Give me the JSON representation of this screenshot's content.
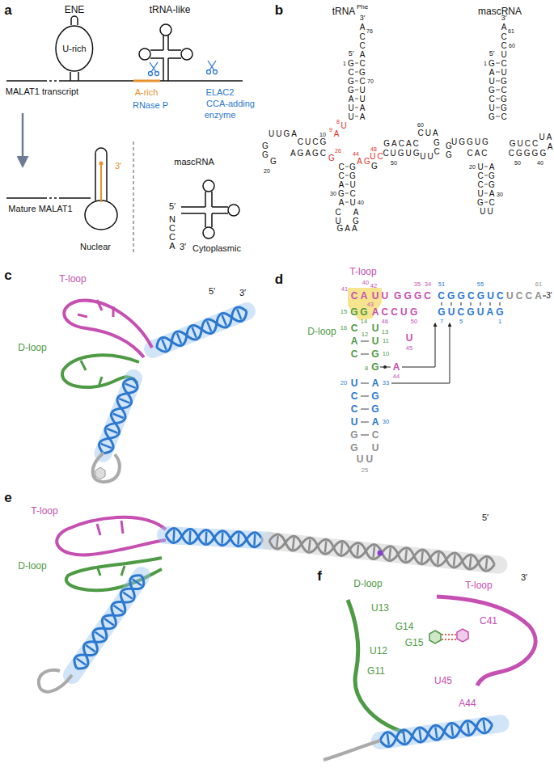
{
  "diagram": {
    "nodes": [
      {
        "text": [
          "U-rich"
        ]
      }
    ],
    "labels": [
      "a",
      "ENE",
      "tRNA-like",
      "MALAT1 transcript",
      "A-rich",
      "RNase P",
      "ELAC2",
      "CCA-adding",
      "enzyme",
      "Mature MALAT1",
      "3′",
      "Nuclear",
      "mascRNA",
      "5′",
      "NCCA",
      "3′",
      "Cytoplasmic",
      "b",
      "tRNA",
      "Phe",
      "mascRNA",
      "3′",
      "A",
      "76",
      "CCACGCUUAA",
      "5′",
      "1",
      "GCGGAUU",
      "70",
      "U",
      "8",
      "A",
      "9",
      "10",
      "CUCG",
      "UUGA",
      "GG",
      "G",
      "20",
      "AGAGC",
      "G",
      "26",
      "CCAGA",
      "GGUCU",
      "30",
      "40",
      "CU",
      "GAA",
      "AG",
      "AG",
      "44",
      "G",
      "UC",
      "48",
      "GACAC",
      "CUGUG",
      "50",
      "UU",
      "GC",
      "CUA",
      "60",
      "3′",
      "A",
      "61",
      "CCUCUGCGGC",
      "60",
      "5′",
      "1",
      "GAUGCUG",
      "UGGUG",
      "GG",
      "CAC",
      "UCCUG",
      "AGGAC",
      "20",
      "30",
      "UU",
      "GUCC",
      "UA",
      "A",
      "CGGGG",
      "50",
      "40",
      "d",
      "T-loop",
      "40",
      "41",
      "C",
      "A",
      "42",
      "UU",
      "GGGC",
      "35",
      "34",
      "CGGCGUC",
      "51",
      "55",
      "UCCA",
      "61",
      "3′",
      "G",
      "15",
      "G",
      "14",
      "ACCUG",
      "43",
      "46",
      "50",
      "GUCGUAG",
      "7",
      "5",
      "1",
      "D-loop",
      "CAC",
      "16",
      "UUG",
      "13",
      "12",
      "11",
      "10",
      "G",
      "8",
      "U",
      "45",
      "A",
      "44",
      "UCCU",
      "20",
      "AGGA",
      "33",
      "30",
      "GG",
      "CU",
      "UU",
      "25",
      "c",
      "T-loop",
      "D-loop",
      "5′",
      "3′",
      "e",
      "T-loop",
      "D-loop",
      "5′",
      "3′",
      "f",
      "D-loop",
      "T-loop",
      "U13",
      "C41",
      "G14",
      "G15",
      "U12",
      "G11",
      "U45",
      "A44"
    ]
  }
}
